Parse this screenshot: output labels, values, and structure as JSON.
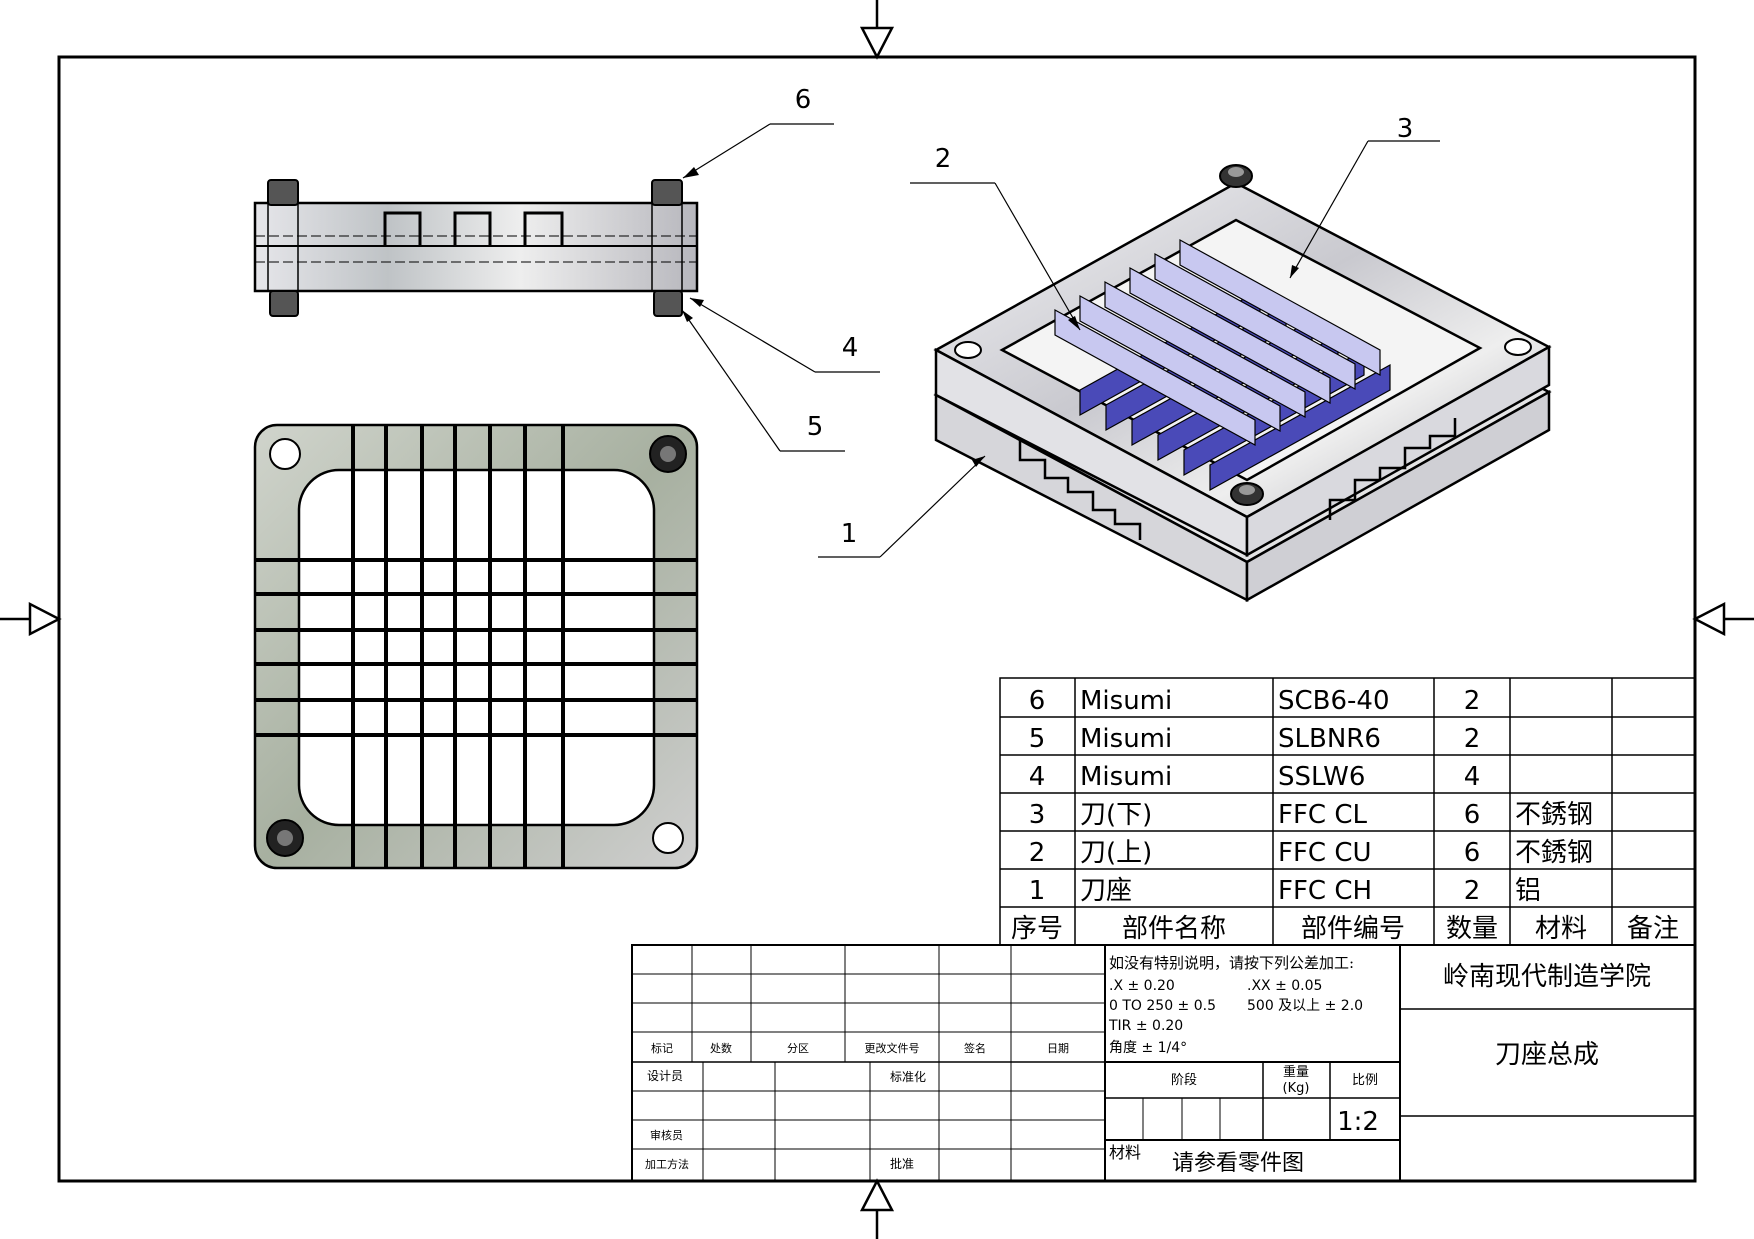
{
  "balloons": [
    {
      "id": "6",
      "text": "6"
    },
    {
      "id": "2",
      "text": "2"
    },
    {
      "id": "3",
      "text": "3"
    },
    {
      "id": "4",
      "text": "4"
    },
    {
      "id": "5",
      "text": "5"
    },
    {
      "id": "1",
      "text": "1"
    }
  ],
  "bom": {
    "headers": [
      "序号",
      "部件名称",
      "部件编号",
      "数量",
      "材料",
      "备注"
    ],
    "rows": [
      [
        "6",
        "Misumi",
        "SCB6-40",
        "2",
        "",
        ""
      ],
      [
        "5",
        "Misumi",
        "SLBNR6",
        "2",
        "",
        ""
      ],
      [
        "4",
        "Misumi",
        "SSLW6",
        "4",
        "",
        ""
      ],
      [
        "3",
        "刀(下)",
        "FFC CL",
        "6",
        "不銹钢",
        ""
      ],
      [
        "2",
        "刀(上)",
        "FFC CU",
        "6",
        "不銹钢",
        ""
      ],
      [
        "1",
        "刀座",
        "FFC CH",
        "2",
        "铝",
        ""
      ]
    ]
  },
  "title_block": {
    "revision_labels": [
      "标记",
      "处数",
      "分区",
      "更改文件号",
      "签名",
      "日期"
    ],
    "design_label": "设计员",
    "standard_label": "标准化",
    "review_label": "审核员",
    "process_label": "加工方法",
    "approve_label": "批准",
    "tolerance_lines": [
      "如没有特别说明，请按下列公差加工:",
      ".X ± 0.20",
      ".XX ± 0.05",
      "0 TO 250 ± 0.5",
      "500 及以上 ± 2.0",
      "TIR ± 0.20",
      "角度 ± 1/4°"
    ],
    "stage_label": "阶段",
    "weight_label": "重量",
    "weight_unit": "(Kg)",
    "scale_label": "比例",
    "scale_value": "1:2",
    "material_label": "材料",
    "material_value": "请参看零件图",
    "company": "岭南现代制造学院",
    "drawing_title": "刀座总成"
  },
  "colors": {
    "blade_lower": "#4a4ab8",
    "blade_upper": "#c8c8f0",
    "body_metal": "#d8d8dc",
    "line": "#000000"
  }
}
